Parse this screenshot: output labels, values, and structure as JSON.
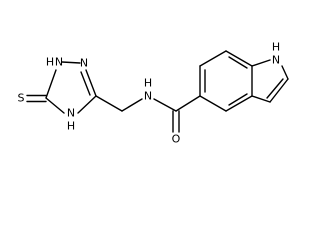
{
  "molecule": {
    "atoms": {
      "s_thione": "S",
      "n1h": "N",
      "n1h_h": "H",
      "n2": "N",
      "n4h": "N",
      "n4h_h": "H",
      "amide_n": "N",
      "amide_n_h": "H",
      "carbonyl_o": "O",
      "indole_n": "N",
      "indole_n_h": "H"
    }
  }
}
